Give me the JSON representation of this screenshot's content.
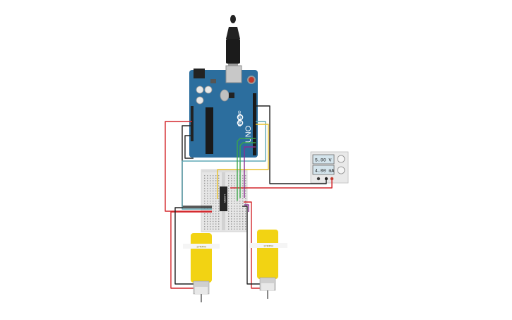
{
  "power_supply": {
    "voltage_display": "5.00 V",
    "current_display": "4.00 mA"
  },
  "arduino": {
    "logo": "ARDUINO",
    "model": "UNO"
  },
  "driver_chip": {
    "label": "L293D"
  },
  "motors": [
    {
      "rpm_label": "3?RPM"
    },
    {
      "rpm_label": "3?RPM"
    }
  ],
  "colors": {
    "board": "#2c6e9e",
    "motor": "#f2d313",
    "wire_red": "#d3262b",
    "wire_black": "#222222",
    "wire_yellow": "#e8c12a",
    "wire_teal": "#5fa8b5",
    "wire_green": "#3aa64a",
    "wire_purple": "#8b2f8f"
  }
}
